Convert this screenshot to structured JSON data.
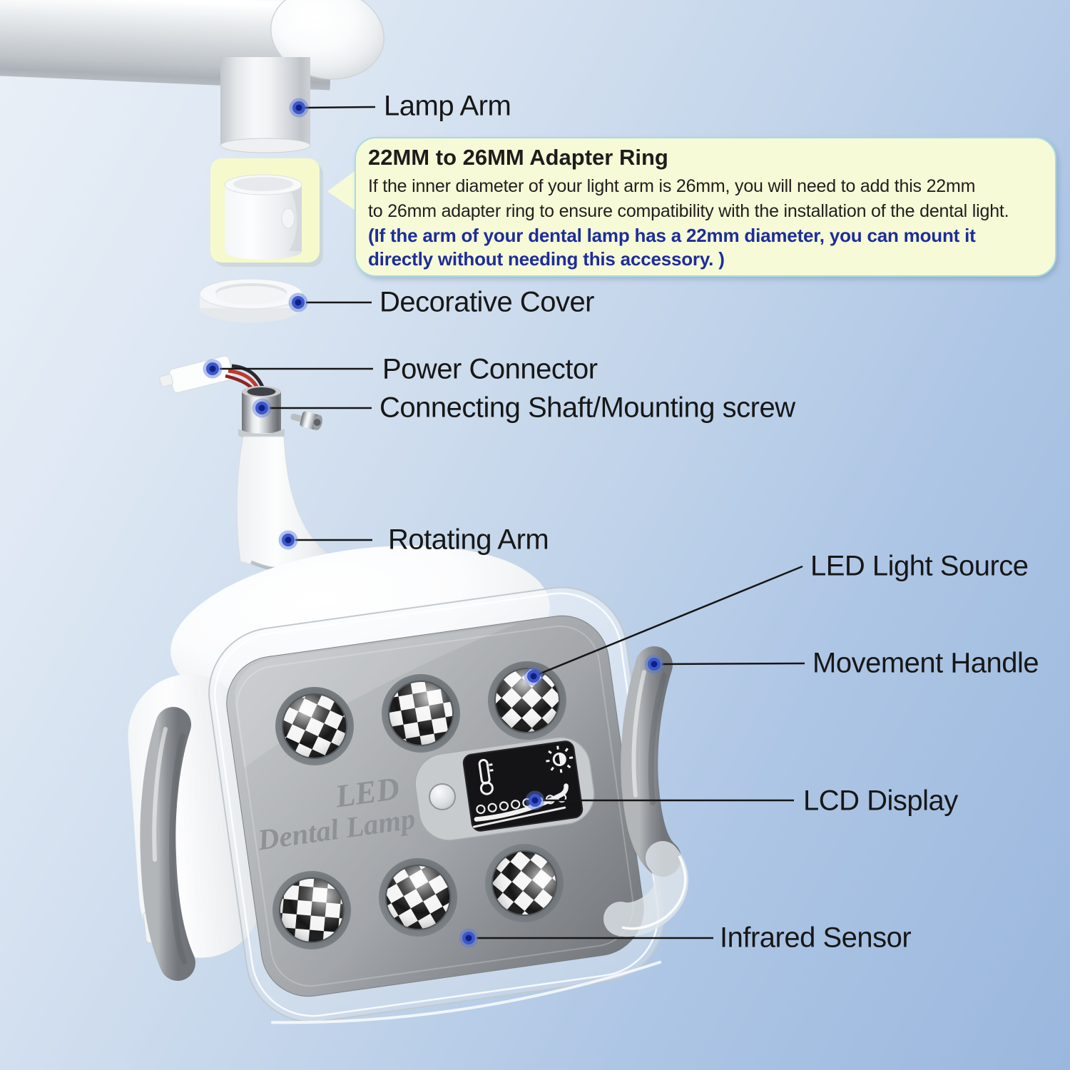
{
  "product": {
    "brand_line1": "LED",
    "brand_line2": "Dental Lamp"
  },
  "callout": {
    "title": "22MM to 26MM Adapter Ring",
    "body_line1": "If the inner diameter of your light arm is 26mm, you will need to add  this 22mm",
    "body_line2": "to 26mm adapter ring to ensure compatibility with the installation of the dental light.",
    "note_line1": "(If the arm of your dental lamp has a 22mm diameter, you can mount it",
    "note_line2": "directly without needing this accessory. )"
  },
  "labels": [
    {
      "id": "lamp-arm",
      "text": "Lamp Arm"
    },
    {
      "id": "decorative-cover",
      "text": "Decorative Cover"
    },
    {
      "id": "power-connector",
      "text": "Power Connector"
    },
    {
      "id": "connecting-shaft",
      "text": "Connecting Shaft/Mounting screw"
    },
    {
      "id": "rotating-arm",
      "text": "Rotating Arm"
    },
    {
      "id": "led-light-source",
      "text": "LED Light Source"
    },
    {
      "id": "movement-handle",
      "text": "Movement Handle"
    },
    {
      "id": "lcd-display",
      "text": "LCD Display"
    },
    {
      "id": "infrared-sensor",
      "text": "Infrared Sensor"
    }
  ],
  "icons": {
    "lcd_left": "thermometer-icon",
    "lcd_right": "brightness-icon",
    "lcd_dots": "intensity-level-dots"
  },
  "colors": {
    "background_top": "#eaf0f7",
    "background_bottom": "#9ab7dd",
    "callout_fill": "#f7fad6",
    "callout_border": "#a9dbe0",
    "callout_note_blue": "#1c2d9c",
    "marker_blue": "#0f1f86",
    "label_text": "#171717",
    "head_gray": "#9ea1a5",
    "lcd_black": "#141416"
  }
}
